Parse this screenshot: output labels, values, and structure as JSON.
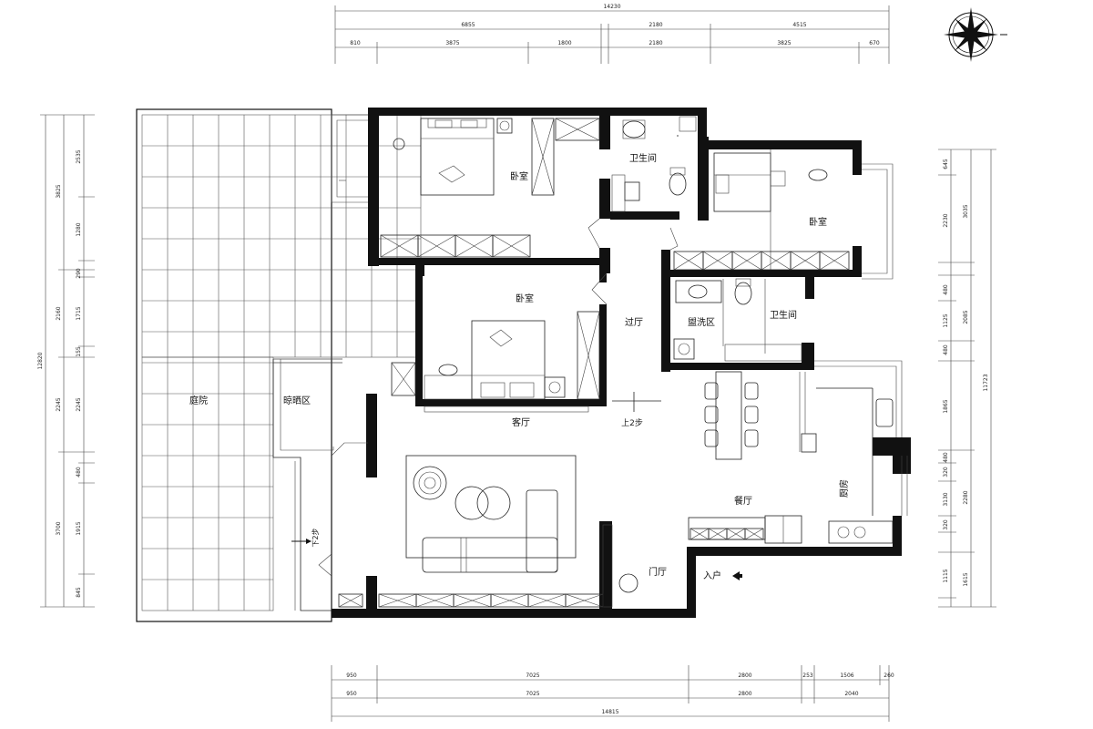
{
  "dimensions": {
    "top_total": "14230",
    "top_row1": [
      "6855",
      "2180",
      "4515"
    ],
    "top_row2": [
      "810",
      "3875",
      "1800",
      "2180",
      "3825",
      "670"
    ],
    "bottom_row1": [
      "950",
      "7025",
      "2800",
      "253",
      "1506",
      "260"
    ],
    "bottom_row2": [
      "950",
      "7025",
      "2800",
      "2040"
    ],
    "bottom_total": "14815",
    "left_total": "12820",
    "left_col1": [
      "3825",
      "2160",
      "2245",
      "3700"
    ],
    "left_col2": [
      "2535",
      "1280",
      "290",
      "1715",
      "155",
      "2245",
      "480",
      "1915",
      "845"
    ],
    "right_total": "11723",
    "right_col1": [
      "645",
      "2230",
      "3035",
      "480",
      "1125",
      "2085",
      "480",
      "1865",
      "2280",
      "1615"
    ],
    "right_col2": [
      "480",
      "320",
      "3130",
      "320",
      "1115"
    ]
  },
  "rooms": {
    "courtyard": "庭院",
    "drying": "晾晒区",
    "bedroom_main": "卧室",
    "bedroom_2": "卧室",
    "bedroom_3": "卧室",
    "bath_1": "卫生间",
    "bath_2": "卫生间",
    "laundry": "盥洗区",
    "corridor": "过厅",
    "living": "客厅",
    "dining": "餐厅",
    "kitchen": "厨房",
    "foyer": "门厅",
    "entrance": "入户",
    "up_steps": "上2步",
    "down_steps": "下2步"
  },
  "icons": {
    "compass": "compass-rose-icon",
    "entrance_arrow": "arrow-left-icon"
  }
}
